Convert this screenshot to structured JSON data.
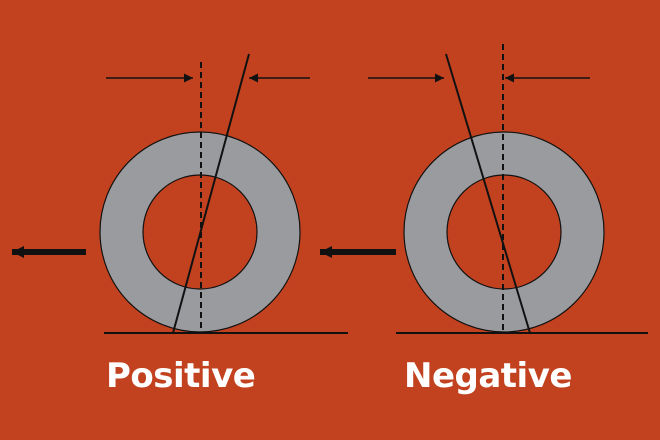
{
  "background_color": "#c2421f",
  "wheel_color": "#9a9b9f",
  "line_color": "#111111",
  "label_color": "#ffffff",
  "diagrams": [
    {
      "label": "Positive",
      "tilt": "positive"
    },
    {
      "label": "Negative",
      "tilt": "negative"
    }
  ]
}
